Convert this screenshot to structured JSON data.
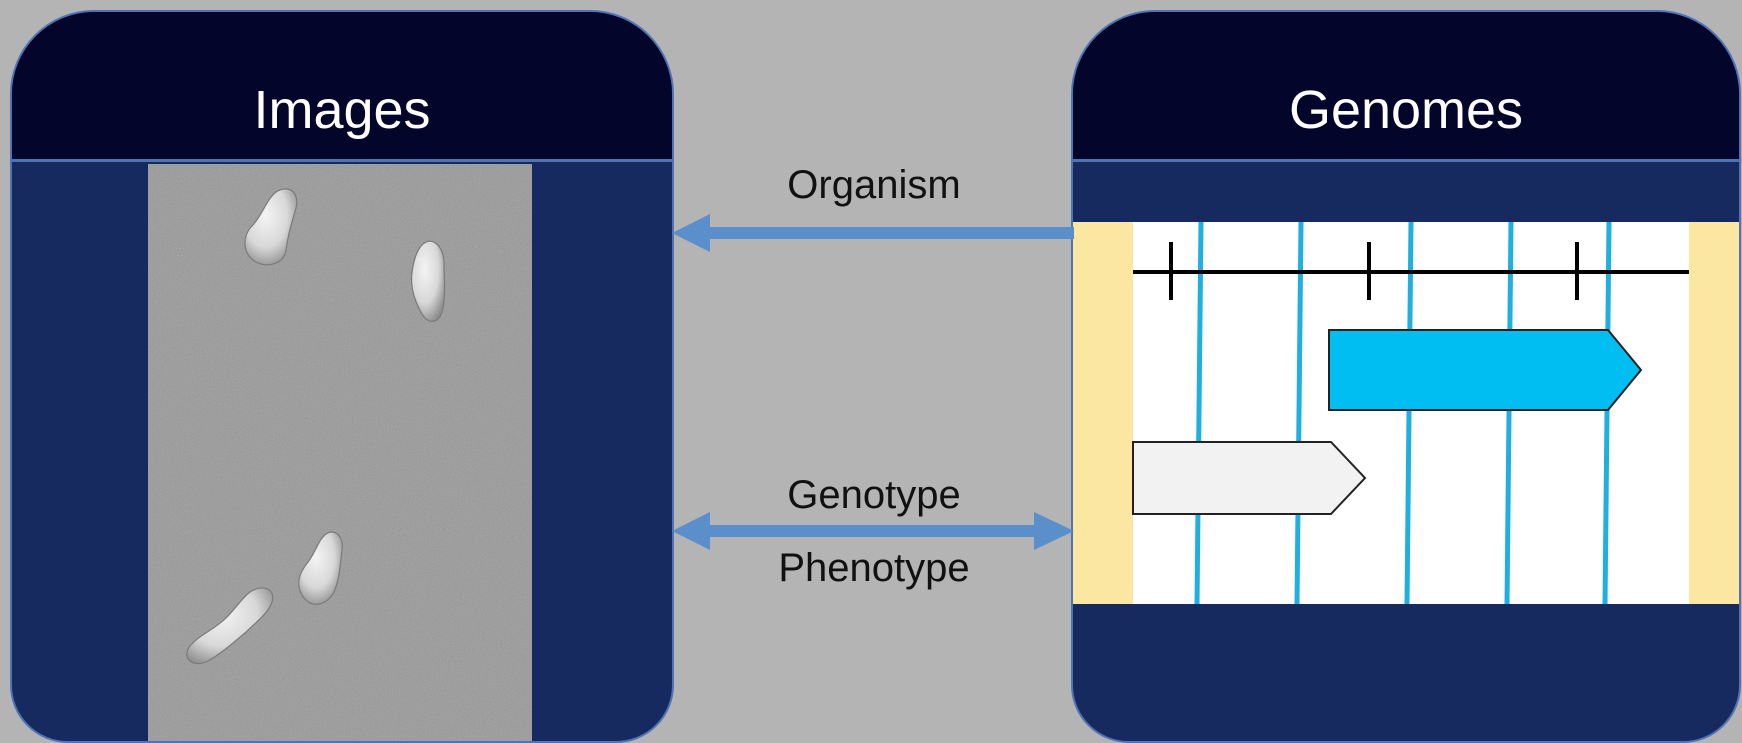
{
  "panels": {
    "images": {
      "title": "Images"
    },
    "genomes": {
      "title": "Genomes"
    }
  },
  "arrows": {
    "organism": {
      "label": "Organism",
      "direction": "left"
    },
    "genotype_phenotype": {
      "labels": [
        "Genotype",
        "Phenotype"
      ],
      "direction": "both"
    }
  },
  "colors": {
    "background": "#b4b4b4",
    "header": "#03052a",
    "panel_body": "#162a60",
    "panel_border": "#4f73b4",
    "arrow": "#5b8fcb",
    "track_margin": "#fbe6a2",
    "track_line": "#1fb0e0",
    "gene_primary": "#00bdf2",
    "gene_secondary": "#f2f2f2"
  },
  "icons": {
    "micrograph": "sem-micrograph-image",
    "genome_browser": "genome-track-diagram"
  }
}
